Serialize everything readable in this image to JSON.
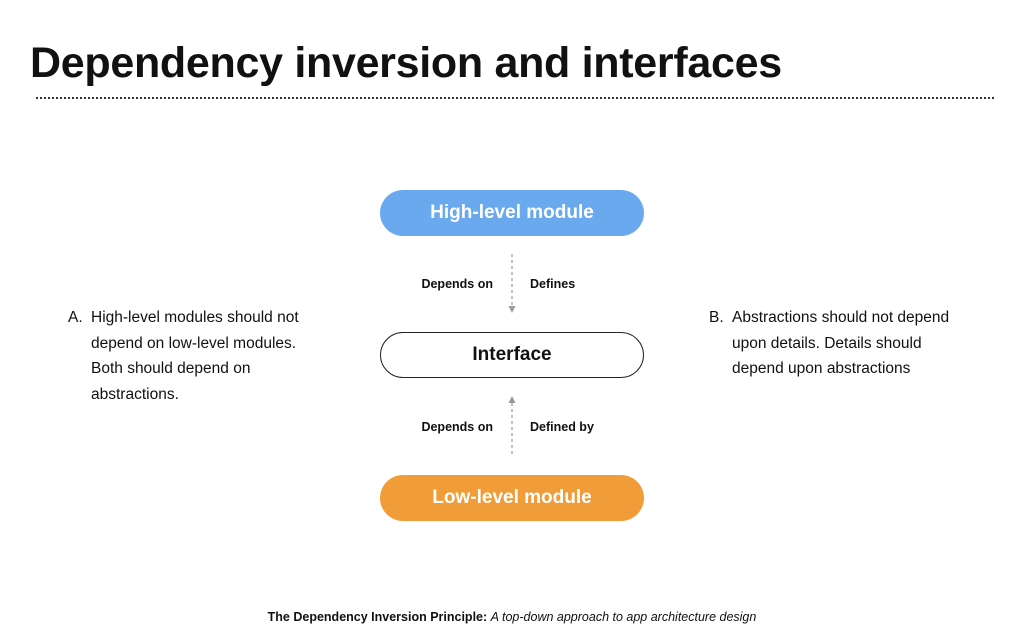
{
  "title": "Dependency inversion and interfaces",
  "colors": {
    "high_module": "#6aa9ee",
    "low_module": "#f09c38",
    "arrow": "#9a9a9a"
  },
  "diagram": {
    "high_module_label": "High-level module",
    "interface_label": "Interface",
    "low_module_label": "Low-level module",
    "upper_edge": {
      "left_label": "Depends on",
      "right_label": "Defines"
    },
    "lower_edge": {
      "left_label": "Depends on",
      "right_label": "Defined by"
    }
  },
  "principles": {
    "a": {
      "marker": "A.",
      "text": "High-level modules should not depend on low-level modules. Both should depend on abstractions."
    },
    "b": {
      "marker": "B.",
      "text": "Abstractions should not depend upon details. Details should depend upon abstractions"
    }
  },
  "caption": {
    "bold": "The Dependency Inversion Principle:",
    "italic": "A top-down approach to app architecture design"
  }
}
